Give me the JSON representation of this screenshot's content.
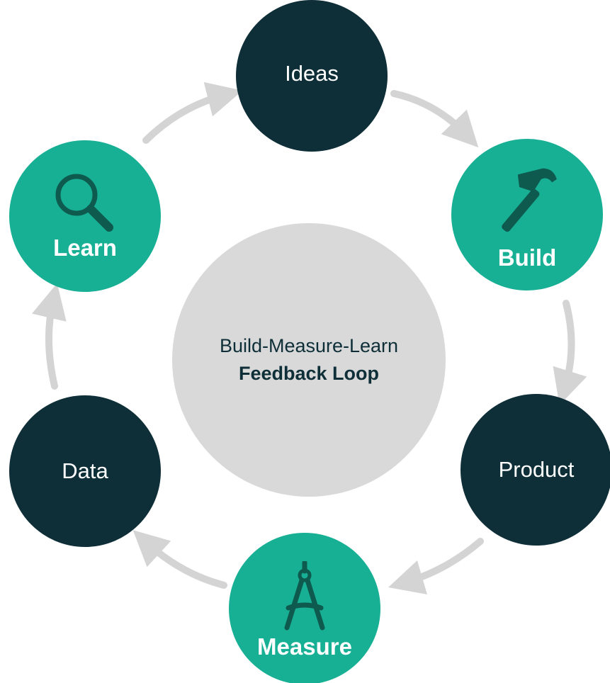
{
  "center": {
    "line1": "Build-Measure-Learn",
    "line2": "Feedback Loop"
  },
  "nodes": {
    "ideas": {
      "label": "Ideas"
    },
    "build": {
      "label": "Build",
      "icon": "hammer-icon"
    },
    "product": {
      "label": "Product"
    },
    "measure": {
      "label": "Measure",
      "icon": "compass-icon"
    },
    "data": {
      "label": "Data"
    },
    "learn": {
      "label": "Learn",
      "icon": "magnifier-icon"
    }
  },
  "colors": {
    "dark": "#0e2e38",
    "teal": "#18b095",
    "center": "#d9d9d9",
    "arrow": "#d4d4d4",
    "icon": "#0e5a4f"
  }
}
